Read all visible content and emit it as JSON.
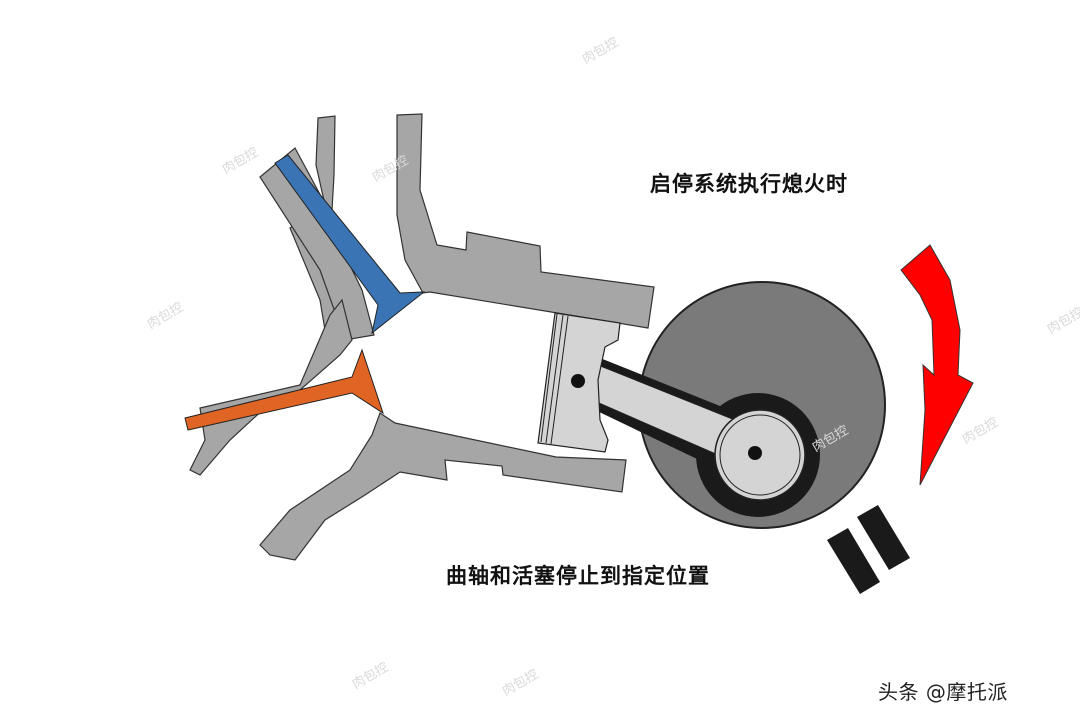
{
  "captions": {
    "top": "启停系统执行熄火时",
    "bottom": "曲轴和活塞停止到指定位置"
  },
  "credit": "头条 @摩托派",
  "watermark": "肉包控",
  "colors": {
    "background": "#ffffff",
    "cylinder_head": "#a6a6a6",
    "intake_valve": "#3a74b4",
    "exhaust_valve": "#e06424",
    "piston": "#d4d4d4",
    "crank_disc": "#7a7a7a",
    "crank_pin": "#1a1a1a",
    "rotation_arrow": "#ff0000",
    "stop_mark": "#1a1a1a"
  },
  "components": [
    "cylinder-head",
    "intake-valve",
    "exhaust-valve",
    "piston",
    "connecting-rod",
    "crankshaft",
    "rotation-arrow",
    "stop-marker"
  ]
}
